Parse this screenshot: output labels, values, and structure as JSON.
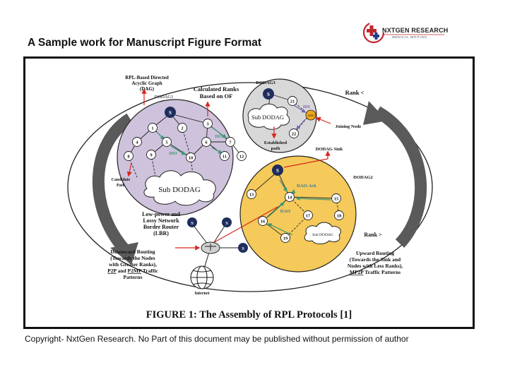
{
  "header": {
    "title": "A Sample work for Manuscript Figure Format",
    "logo_name": "NXTGEN RESEARCH",
    "logo_tagline": "MEDICAL WRITING"
  },
  "figure": {
    "caption": "FIGURE 1: The Assembly of RPL Protocols [1]",
    "labels": {
      "rpl_dag_1": "RPL-Based Directed",
      "rpl_dag_2": "Acyclic Graph",
      "rpl_dag_3": "(DAG)",
      "dodag1": "DODAG1",
      "calc_ranks_1": "Calculated Ranks",
      "calc_ranks_2": "Based on OF",
      "dodag3": "DODAG3",
      "dis": "DIS",
      "joining_node": "Joining Node",
      "sub_dodag_grey": "Sub DODAG",
      "established_1": "Established",
      "established_2": "path",
      "rank_top": "Rank <",
      "dodag_sink": "DODAG Sink",
      "dodag2": "DODAG2",
      "dao_ack": "DAO-Ack",
      "dao": "DAO",
      "sub_dodag_yellow": "Sub DODAG",
      "rank_bottom": "Rank >",
      "dio_1": "DIO",
      "dio_2": "DIO",
      "candidate_1": "Candidate",
      "candidate_2": "Path",
      "sub_dodag_purple": "Sub DODAG",
      "lbr_1": "Low-power and",
      "lbr_2": "Lossy Network",
      "lbr_3": "Border Router",
      "lbr_4": "(LBR)",
      "down_1": "Downward Routing",
      "down_2": "(Towards the Nodes",
      "down_3": "with Greater Ranks),",
      "down_4a": "P2P",
      "down_4b": " and ",
      "down_4c": "P2MP",
      "down_4d": " Traffic",
      "down_5": "Patterns",
      "up_1": "Upward Routing",
      "up_2": "(Towards the Sink and",
      "up_3": "Nodes with Less Ranks),",
      "up_4a": "MP2P",
      "up_4b": " Traffic Patterns",
      "internet": "Internet"
    },
    "sink_label": "S",
    "purple_nodes": [
      "1",
      "2",
      "3",
      "4",
      "5",
      "6",
      "7",
      "8",
      "9",
      "10",
      "11",
      "12"
    ],
    "grey_nodes": [
      "21",
      "22"
    ],
    "joining_node_id": "2020",
    "yellow_nodes": [
      "13",
      "14",
      "15",
      "16",
      "17",
      "18",
      "19"
    ],
    "colors": {
      "purple_region": "#cfc2dc",
      "grey_region": "#d8d8d8",
      "yellow_region": "#f5c95a",
      "node_fill": "#1f2d5c",
      "arrow_red": "#d7261e",
      "dio_green": "#3a9a77",
      "dis_purple": "#7a5fb5",
      "joining_orange": "#f0a818",
      "big_arrow_grey": "#5a5a5a"
    }
  },
  "footer": {
    "copyright": "Copyright- NxtGen Research. No Part of this document may be published without permission of author"
  }
}
